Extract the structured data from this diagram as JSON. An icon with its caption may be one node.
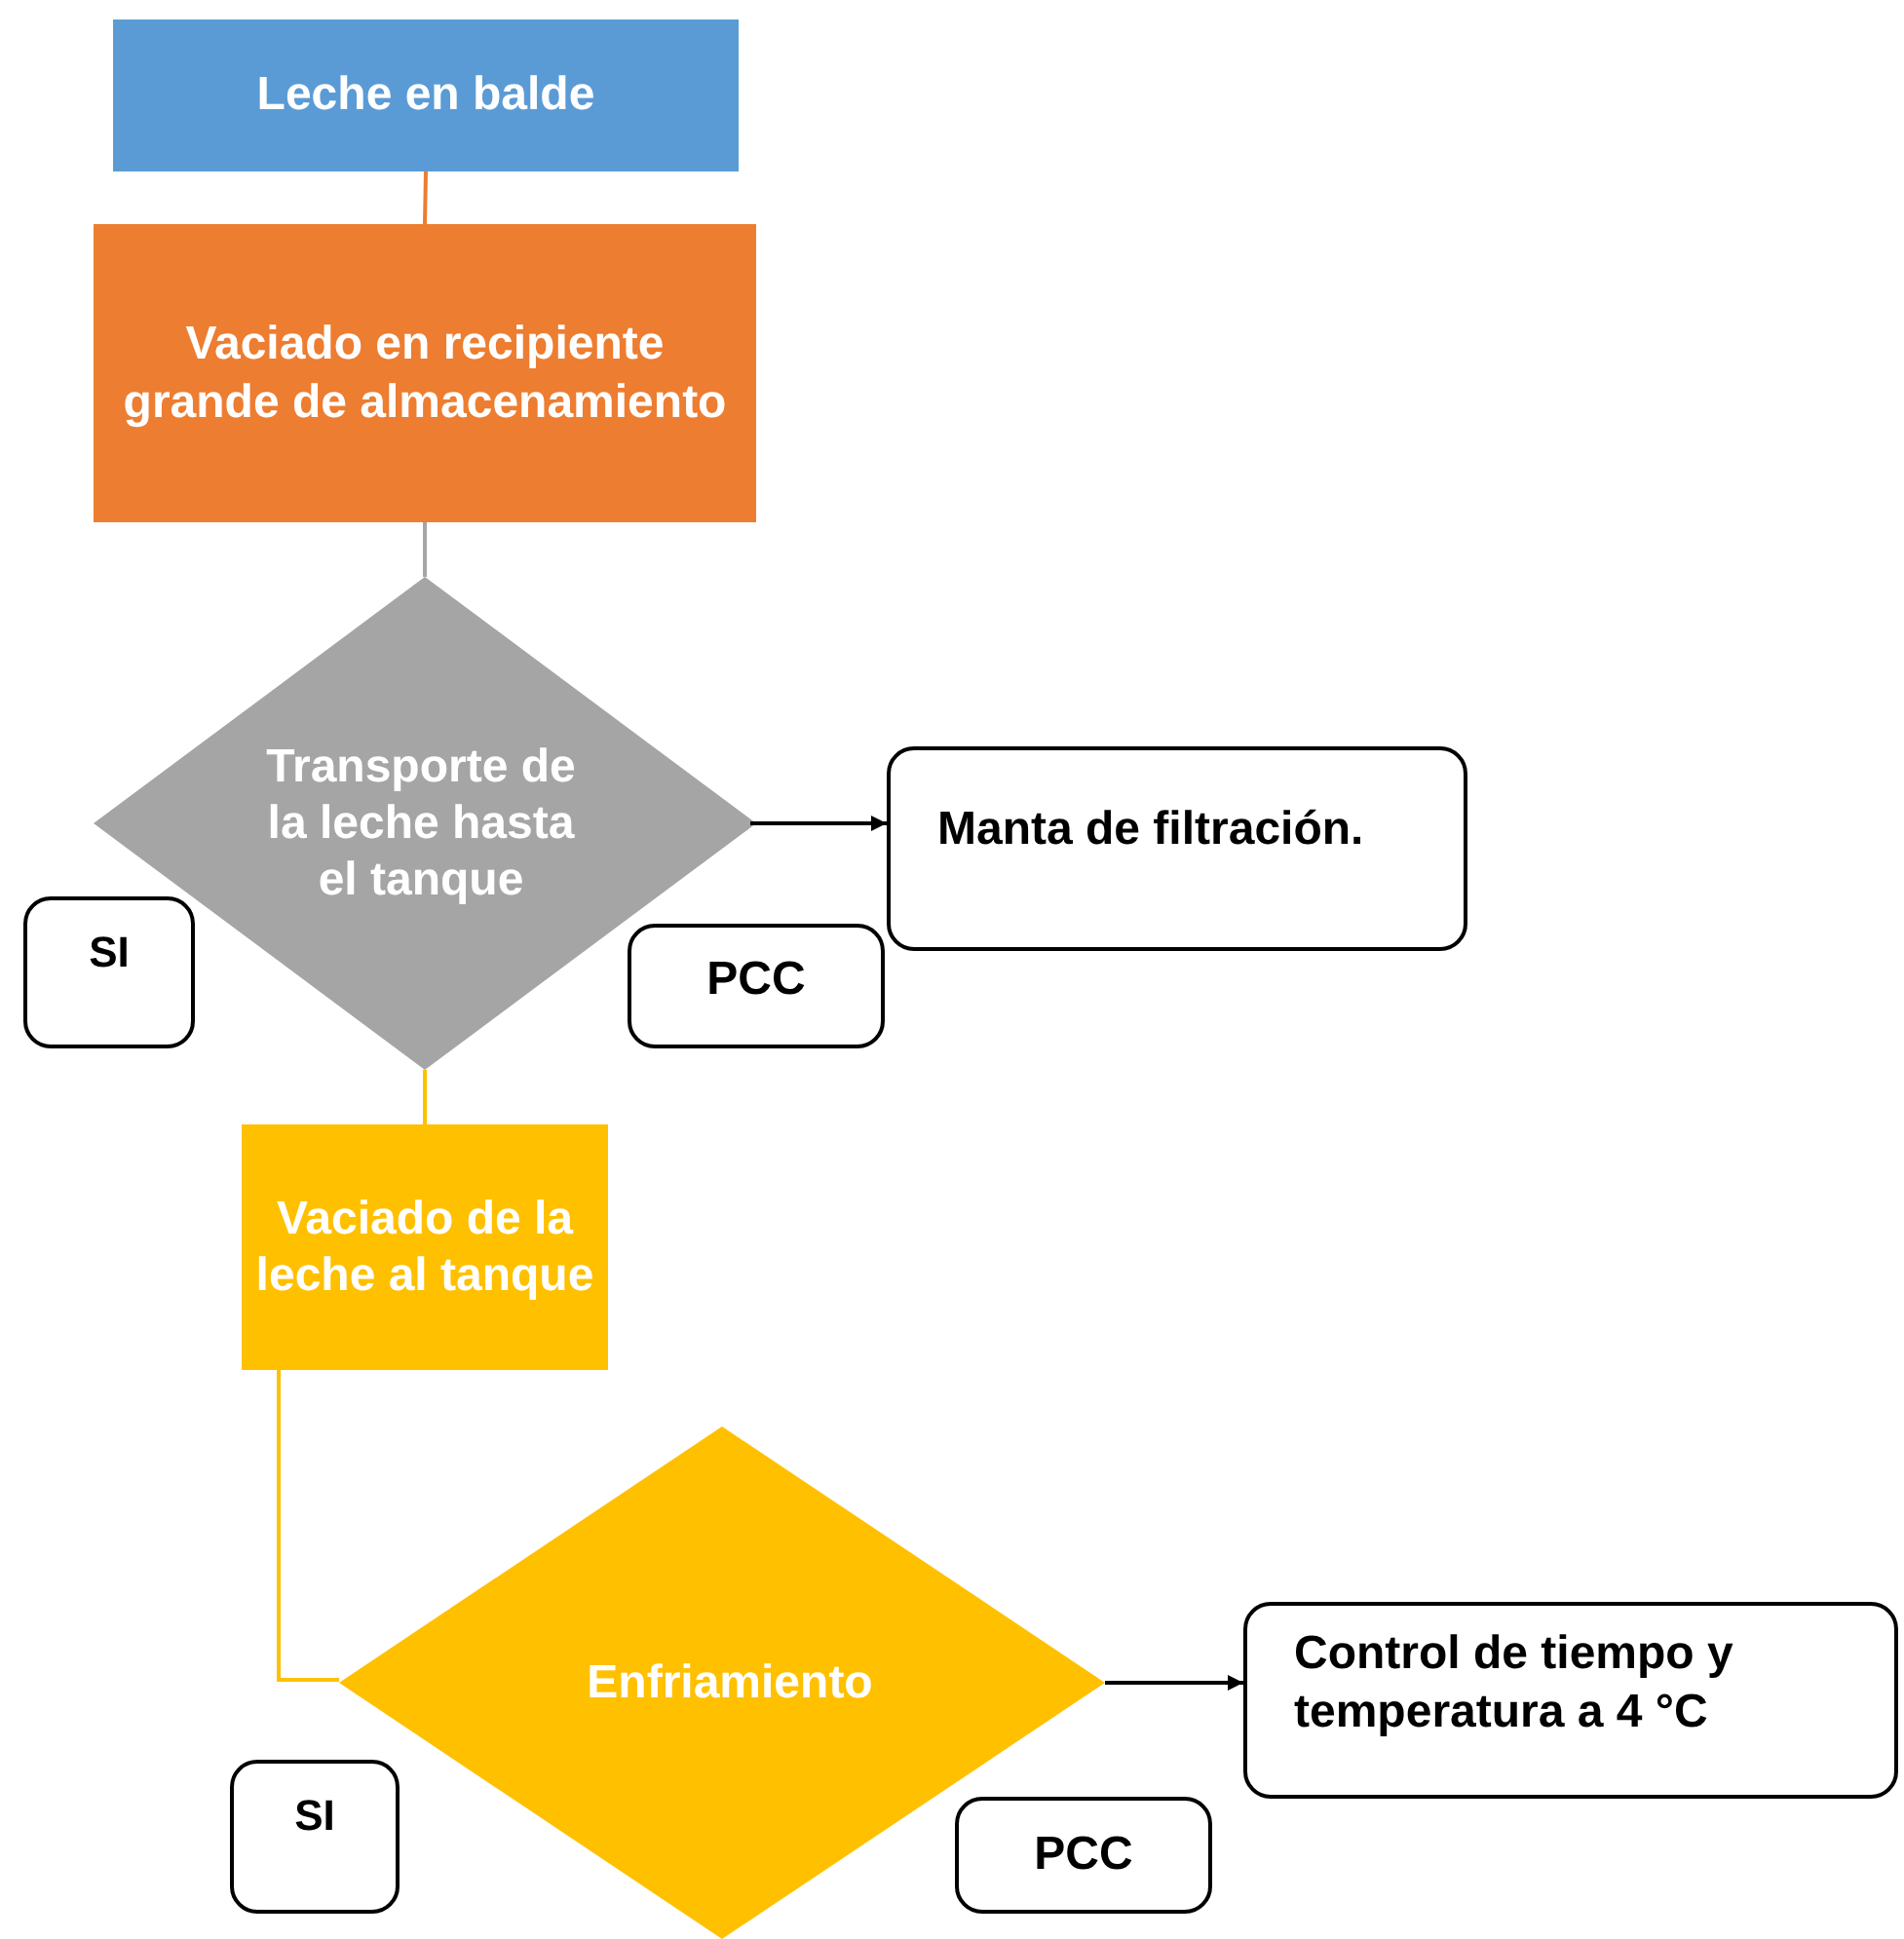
{
  "diagram": {
    "nodes": [
      {
        "text": [
          "Leche en balde"
        ]
      },
      {
        "text": [
          "Vaciado en recipiente grande de almacenamiento"
        ]
      },
      {
        "text": [
          "Transporte de la leche hasta el tanque"
        ]
      },
      {
        "text": [
          "Manta de filtración."
        ]
      },
      {
        "text": [
          "SI"
        ]
      },
      {
        "text": [
          "PCC"
        ]
      },
      {
        "text": [
          "Vaciado de la leche al tanque"
        ]
      },
      {
        "text": [
          "Enfriamiento"
        ]
      },
      {
        "text": [
          "Control de tiempo y temperatura a 4 °C"
        ]
      },
      {
        "text": [
          "SI"
        ]
      },
      {
        "text": [
          "PCC"
        ]
      }
    ],
    "edges": [
      {
        "from": 0,
        "to": 1,
        "arrow": "none",
        "color": "#ed7d31"
      },
      {
        "from": 1,
        "to": 2,
        "arrow": "none",
        "color": "#a5a5a5"
      },
      {
        "from": 2,
        "to": 3,
        "arrow": "to"
      },
      {
        "from": 2,
        "to": 6,
        "arrow": "none",
        "color": "#ffc000"
      },
      {
        "from": 6,
        "to": 7,
        "arrow": "none",
        "color": "#ffc000"
      },
      {
        "from": 7,
        "to": 8,
        "arrow": "to"
      }
    ]
  }
}
